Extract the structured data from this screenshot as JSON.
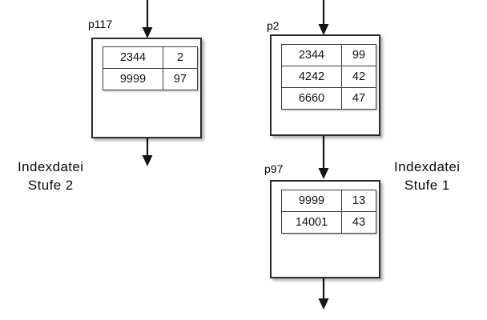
{
  "diagram": {
    "type": "b-tree-index-diagram",
    "background_color": "#ffffff",
    "line_color": "#151515",
    "box_border_color": "#2b2b2b"
  },
  "captions": {
    "left": {
      "line1": "Indexdatei",
      "line2": "Stufe 2"
    },
    "right": {
      "line1": "Indexdatei",
      "line2": "Stufe 1"
    }
  },
  "nodes": [
    {
      "id": "p117",
      "label": "p117",
      "rows": [
        {
          "key": "2344",
          "pointer": "2"
        },
        {
          "key": "9999",
          "pointer": "97"
        }
      ]
    },
    {
      "id": "p2",
      "label": "p2",
      "rows": [
        {
          "key": "2344",
          "pointer": "99"
        },
        {
          "key": "4242",
          "pointer": "42"
        },
        {
          "key": "6660",
          "pointer": "47"
        }
      ]
    },
    {
      "id": "p97",
      "label": "p97",
      "rows": [
        {
          "key": "9999",
          "pointer": "13"
        },
        {
          "key": "14001",
          "pointer": "43"
        }
      ]
    }
  ],
  "arrows": [
    {
      "name": "arrow-into-p117",
      "from": "top-edge",
      "to": "p117"
    },
    {
      "name": "arrow-out-of-p117",
      "from": "p117",
      "to": "below"
    },
    {
      "name": "arrow-into-p2",
      "from": "top-edge",
      "to": "p2"
    },
    {
      "name": "arrow-p2-to-p97",
      "from": "p2",
      "to": "p97"
    },
    {
      "name": "arrow-out-of-p97",
      "from": "p97",
      "to": "below"
    }
  ]
}
